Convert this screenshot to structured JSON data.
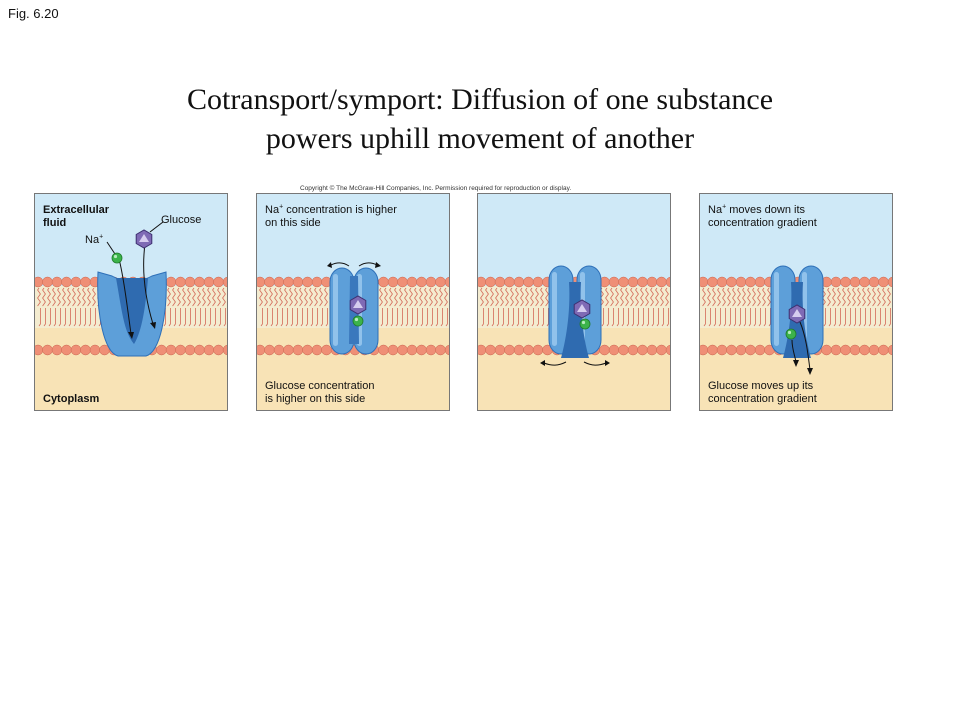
{
  "figure_label": "Fig. 6.20",
  "title_line1": "Cotransport/symport: Diffusion of one substance",
  "title_line2": "powers uphill movement of another",
  "copyright": "Copyright © The McGraw-Hill Companies, Inc. Permission required for reproduction or display.",
  "colors": {
    "extracellular": "#cfe9f7",
    "cytoplasm": "#f8e3b6",
    "phospholipid_head": "#ef8f76",
    "protein": "#5d9fd9",
    "protein_dark": "#2d6fb8",
    "sodium": "#3cb34a",
    "glucose": "#7f6ab5"
  },
  "panels": [
    {
      "extracellular_label": "Extracellular\nfluid",
      "sodium_label": "Na",
      "sodium_charge": "+",
      "glucose_label": "Glucose",
      "cytoplasm_label": "Cytoplasm"
    },
    {
      "top_note_prefix": "Na",
      "top_note_charge": "+",
      "top_note_rest": " concentration is higher\non this side",
      "bottom_note": "Glucose concentration\nis higher on this side"
    },
    {},
    {
      "top_note_prefix": "Na",
      "top_note_charge": "+",
      "top_note_rest": " moves down its\nconcentration gradient",
      "bottom_note": "Glucose moves up its\nconcentration gradient"
    }
  ]
}
